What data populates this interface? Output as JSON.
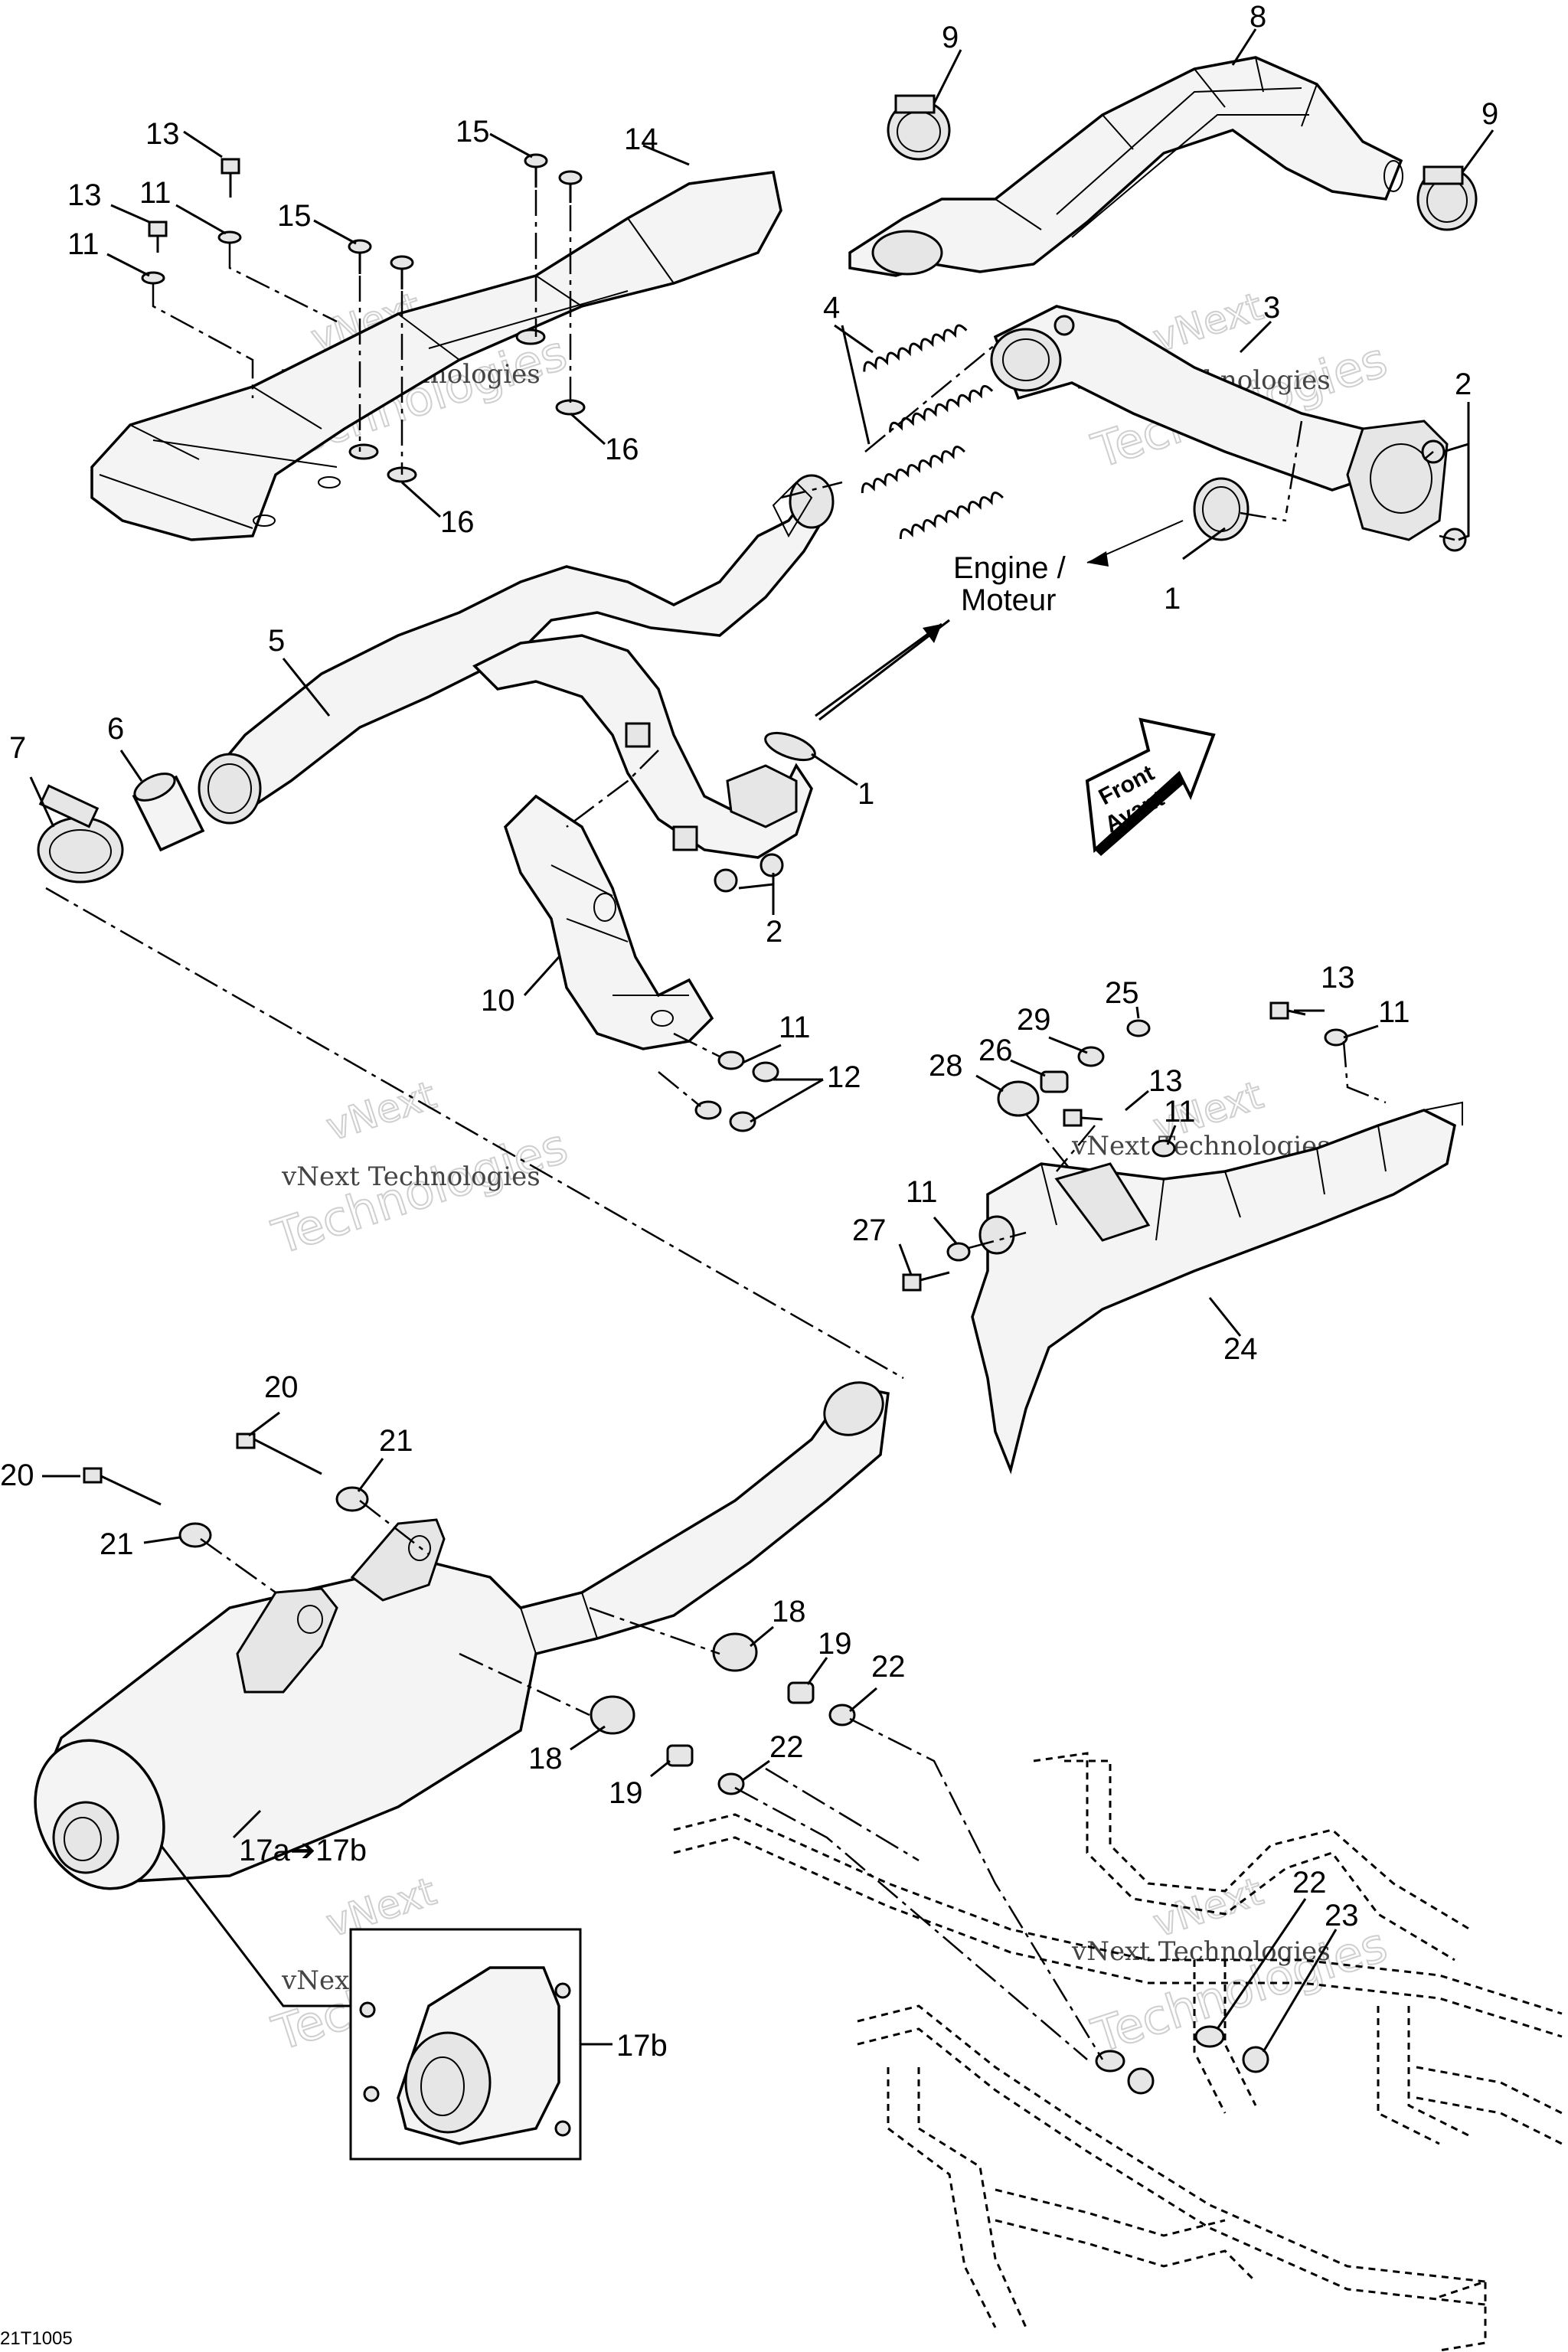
{
  "diagram": {
    "engine_label_line1": "Engine /",
    "engine_label_line2": "Moteur",
    "front_label_line1": "Front",
    "front_label_line2": "Avant",
    "figure_code": "21T1005",
    "watermark": {
      "line1": "vNext",
      "line2": "Technologies",
      "small": "vNext Technologies"
    },
    "callouts": [
      {
        "id": "1",
        "text": "1"
      },
      {
        "id": "1b",
        "text": "1"
      },
      {
        "id": "2",
        "text": "2"
      },
      {
        "id": "2b",
        "text": "2"
      },
      {
        "id": "3",
        "text": "3"
      },
      {
        "id": "4",
        "text": "4"
      },
      {
        "id": "5",
        "text": "5"
      },
      {
        "id": "6",
        "text": "6"
      },
      {
        "id": "7",
        "text": "7"
      },
      {
        "id": "8",
        "text": "8"
      },
      {
        "id": "9",
        "text": "9"
      },
      {
        "id": "9b",
        "text": "9"
      },
      {
        "id": "10",
        "text": "10"
      },
      {
        "id": "11a",
        "text": "11"
      },
      {
        "id": "11b",
        "text": "11"
      },
      {
        "id": "11c",
        "text": "11"
      },
      {
        "id": "11d",
        "text": "11"
      },
      {
        "id": "11e",
        "text": "11"
      },
      {
        "id": "11f",
        "text": "11"
      },
      {
        "id": "12",
        "text": "12"
      },
      {
        "id": "13a",
        "text": "13"
      },
      {
        "id": "13b",
        "text": "13"
      },
      {
        "id": "13c",
        "text": "13"
      },
      {
        "id": "13d",
        "text": "13"
      },
      {
        "id": "14",
        "text": "14"
      },
      {
        "id": "15a",
        "text": "15"
      },
      {
        "id": "15b",
        "text": "15"
      },
      {
        "id": "16a",
        "text": "16"
      },
      {
        "id": "16b",
        "text": "16"
      },
      {
        "id": "17ab",
        "text": "17a➔17b"
      },
      {
        "id": "17b",
        "text": "17b"
      },
      {
        "id": "18a",
        "text": "18"
      },
      {
        "id": "18b",
        "text": "18"
      },
      {
        "id": "19a",
        "text": "19"
      },
      {
        "id": "19b",
        "text": "19"
      },
      {
        "id": "20a",
        "text": "20"
      },
      {
        "id": "20b",
        "text": "20"
      },
      {
        "id": "21a",
        "text": "21"
      },
      {
        "id": "21b",
        "text": "21"
      },
      {
        "id": "22a",
        "text": "22"
      },
      {
        "id": "22b",
        "text": "22"
      },
      {
        "id": "22c",
        "text": "22"
      },
      {
        "id": "23",
        "text": "23"
      },
      {
        "id": "24",
        "text": "24"
      },
      {
        "id": "25",
        "text": "25"
      },
      {
        "id": "26",
        "text": "26"
      },
      {
        "id": "27",
        "text": "27"
      },
      {
        "id": "28",
        "text": "28"
      },
      {
        "id": "29",
        "text": "29"
      }
    ]
  }
}
